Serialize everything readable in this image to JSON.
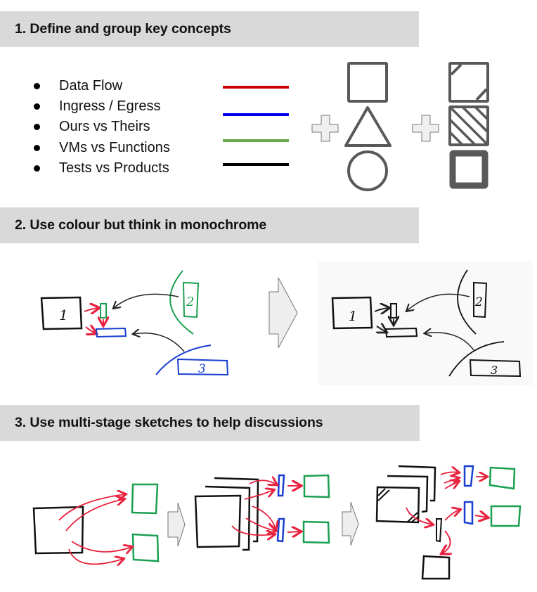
{
  "sections": [
    {
      "title": "1. Define and group key concepts",
      "concepts": [
        {
          "label": "Data Flow",
          "color": "#cc0000"
        },
        {
          "label": "Ingress / Egress",
          "color": "#0000ee"
        },
        {
          "label": "Ours vs Theirs",
          "color": "#6aa84f"
        },
        {
          "label": "VMs vs Functions",
          "color": "#000000"
        },
        {
          "label": "Tests vs Products",
          "color": null
        }
      ],
      "shapes": [
        "square-shape",
        "triangle-shape",
        "circle-shape"
      ],
      "patterns": [
        "corner-hatched-square",
        "diagonal-hatched-square",
        "thick-border-square"
      ]
    },
    {
      "title": "2. Use colour but think in monochrome",
      "sketch_labels": [
        "1",
        "2",
        "3"
      ]
    },
    {
      "title": "3. Use multi-stage sketches to help discussions"
    }
  ],
  "colors": {
    "header_bg": "#d9d9d9",
    "shape_stroke": "#595959",
    "plus_fill": "#efefef",
    "arrow_fill": "#eeeeee",
    "sketch_red": "#e8223f",
    "sketch_green": "#1aa050",
    "sketch_blue": "#1a3fd0"
  }
}
